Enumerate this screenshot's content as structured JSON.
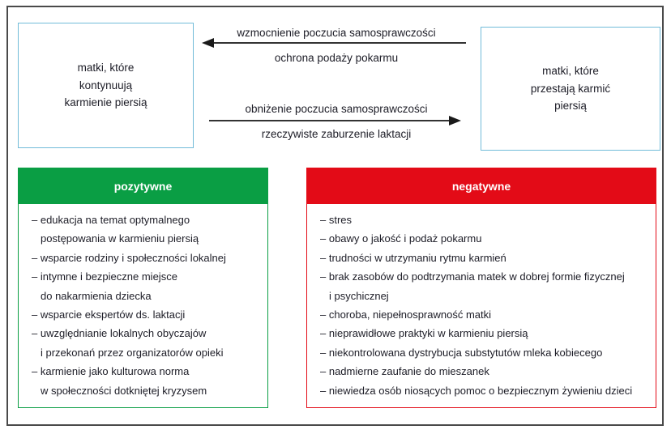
{
  "top_boxes": {
    "continue": {
      "text": "matki, które\nkontynuują\nkarmienie piersią"
    },
    "stop": {
      "text": "matki, które\nprzestają karmić\npiersią"
    }
  },
  "arrows": {
    "to_continue": {
      "direction": "left",
      "label_above": "wzmocnienie poczucia samosprawczości",
      "label_below": "ochrona podaży pokarmu"
    },
    "to_stop": {
      "direction": "right",
      "label_above": "obniżenie poczucia samosprawczości",
      "label_below": "rzeczywiste zaburzenie laktacji"
    }
  },
  "panels": {
    "positive": {
      "header": "pozytywne",
      "accent_color": "#0a9e44",
      "items": [
        "– edukacja na temat optymalnego\npostępowania w karmieniu piersią",
        "– wsparcie rodziny i społeczności lokalnej",
        "– intymne i bezpieczne miejsce\ndo nakarmienia dziecka",
        "– wsparcie ekspertów ds. laktacji",
        "– uwzględnianie lokalnych obyczajów\ni przekonań przez organizatorów opieki",
        "– karmienie jako kulturowa norma\nw społeczności dotkniętej kryzysem"
      ]
    },
    "negative": {
      "header": "negatywne",
      "accent_color": "#e30b17",
      "items": [
        "– stres",
        "– obawy o jakość i podaż pokarmu",
        "– trudności w utrzymaniu rytmu karmień",
        "– brak zasobów do podtrzymania matek w dobrej formie fizycznej\ni psychicznej",
        "– choroba, niepełnosprawność matki",
        "– nieprawidłowe praktyki w karmieniu piersią",
        "– niekontrolowana dystrybucja substytutów mleka kobiecego",
        "– nadmierne zaufanie do mieszanek",
        "– niewiedza osób niosących pomoc o bezpiecznym żywieniu dzieci"
      ]
    }
  },
  "colors": {
    "positive_green": "#0a9e44",
    "negative_red": "#e30b17",
    "top_box_border": "#72bcd9",
    "frame_border": "#4a4a4a",
    "text": "#1c1c26"
  }
}
